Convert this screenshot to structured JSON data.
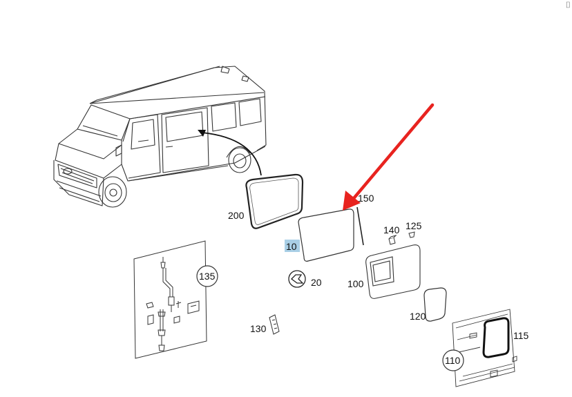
{
  "corner_glyph": "⌷",
  "highlight_color": "#a9cfe6",
  "arrow_color": "#e8231f",
  "labels": {
    "l200": "200",
    "l10": "10",
    "l20": "20",
    "l150": "150",
    "l140": "140",
    "l125": "125",
    "l100": "100",
    "l135": "135",
    "l130": "130",
    "l120": "120",
    "l110": "110",
    "l115": "115"
  }
}
